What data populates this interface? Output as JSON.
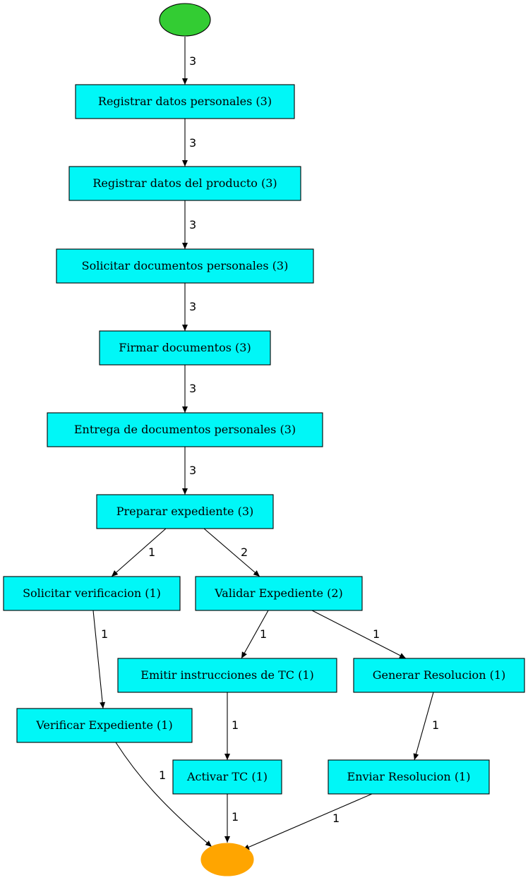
{
  "colors": {
    "start": "#33cc33",
    "end": "#ffa500",
    "activity": "#00f7f7",
    "stroke": "#000000"
  },
  "diagram": {
    "nodes": [
      {
        "id": "start",
        "shape": "start-ellipse",
        "label": ""
      },
      {
        "id": "reg_personales",
        "shape": "box",
        "label": "Registrar datos personales (3)"
      },
      {
        "id": "reg_producto",
        "shape": "box",
        "label": "Registrar datos del producto (3)"
      },
      {
        "id": "sol_documentos",
        "shape": "box",
        "label": "Solicitar documentos personales (3)"
      },
      {
        "id": "firmar",
        "shape": "box",
        "label": "Firmar documentos (3)"
      },
      {
        "id": "entrega",
        "shape": "box",
        "label": "Entrega de documentos personales (3)"
      },
      {
        "id": "preparar",
        "shape": "box",
        "label": "Preparar expediente (3)"
      },
      {
        "id": "sol_verificacion",
        "shape": "box",
        "label": "Solicitar verificacion (1)"
      },
      {
        "id": "validar",
        "shape": "box",
        "label": "Validar Expediente (2)"
      },
      {
        "id": "emitir",
        "shape": "box",
        "label": "Emitir instrucciones de TC (1)"
      },
      {
        "id": "generar",
        "shape": "box",
        "label": "Generar Resolucion (1)"
      },
      {
        "id": "verificar",
        "shape": "box",
        "label": "Verificar Expediente (1)"
      },
      {
        "id": "activar",
        "shape": "box",
        "label": "Activar TC (1)"
      },
      {
        "id": "enviar",
        "shape": "box",
        "label": "Enviar Resolucion (1)"
      },
      {
        "id": "end",
        "shape": "end-ellipse",
        "label": ""
      }
    ],
    "edges": [
      {
        "from": "start",
        "to": "reg_personales",
        "label": "3"
      },
      {
        "from": "reg_personales",
        "to": "reg_producto",
        "label": "3"
      },
      {
        "from": "reg_producto",
        "to": "sol_documentos",
        "label": "3"
      },
      {
        "from": "sol_documentos",
        "to": "firmar",
        "label": "3"
      },
      {
        "from": "firmar",
        "to": "entrega",
        "label": "3"
      },
      {
        "from": "entrega",
        "to": "preparar",
        "label": "3"
      },
      {
        "from": "preparar",
        "to": "sol_verificacion",
        "label": "1"
      },
      {
        "from": "preparar",
        "to": "validar",
        "label": "2"
      },
      {
        "from": "validar",
        "to": "emitir",
        "label": "1"
      },
      {
        "from": "validar",
        "to": "generar",
        "label": "1"
      },
      {
        "from": "sol_verificacion",
        "to": "verificar",
        "label": "1"
      },
      {
        "from": "emitir",
        "to": "activar",
        "label": "1"
      },
      {
        "from": "generar",
        "to": "enviar",
        "label": "1"
      },
      {
        "from": "verificar",
        "to": "end",
        "label": "1"
      },
      {
        "from": "activar",
        "to": "end",
        "label": "1"
      },
      {
        "from": "enviar",
        "to": "end",
        "label": "1"
      }
    ]
  }
}
